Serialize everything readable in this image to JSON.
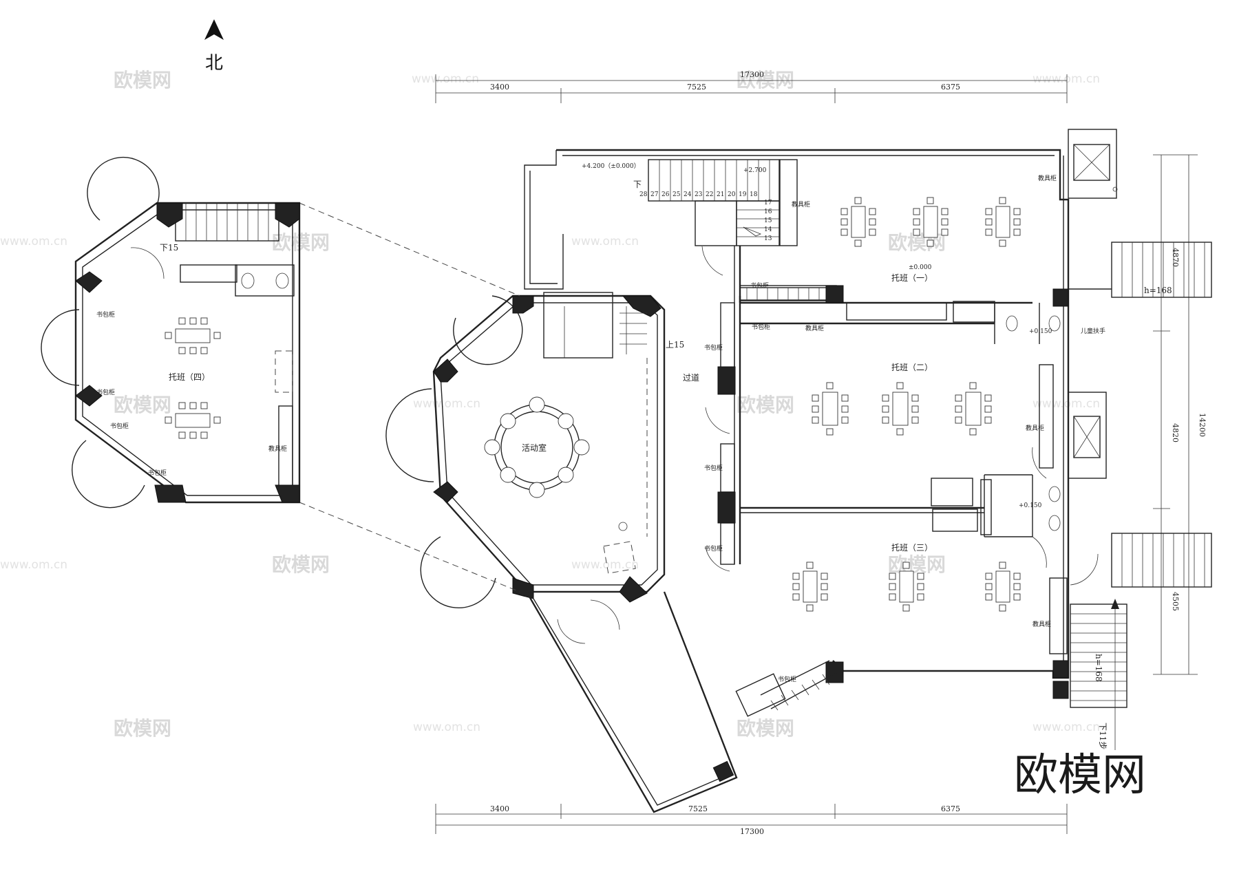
{
  "north": {
    "label": "北"
  },
  "watermark": {
    "brand": "欧模网",
    "site": "www.om.cn"
  },
  "logo": {
    "text": "欧模网"
  },
  "dimensions": {
    "top_total": "17300",
    "top_segments": [
      "3400",
      "7525",
      "6375"
    ],
    "bottom_total": "17300",
    "bottom_segments": [
      "3400",
      "7525",
      "6375"
    ],
    "right_total": "14200",
    "right_segments": [
      "4870",
      "4820",
      "4505"
    ]
  },
  "rooms": {
    "class_one": "托班（一）",
    "class_two": "托班（二）",
    "class_three": "托班（三）",
    "class_four": "托班（四）",
    "activity_room": "活动室",
    "corridor": "过道"
  },
  "cabinets": {
    "book_bag": "书包柜",
    "teaching_tools": "教具柜",
    "handrail": "儿童扶手"
  },
  "levels": {
    "top_floor": "+4.200（±0.000）",
    "stair_landing": "+2.700",
    "class_one_floor": "±0.000",
    "wc_one": "+0.150",
    "wc_two": "+0.150",
    "ramp_one": "h=168",
    "ramp_two": "h=168"
  },
  "stairs": {
    "down_label": "下",
    "steps_row": [
      "28",
      "27",
      "26",
      "25",
      "24",
      "23",
      "22",
      "21",
      "20",
      "19",
      "18"
    ],
    "steps_col": [
      "17",
      "16",
      "15",
      "14",
      "13"
    ],
    "down_15": "下15",
    "up_15": "上15",
    "down_11": "下11步"
  }
}
